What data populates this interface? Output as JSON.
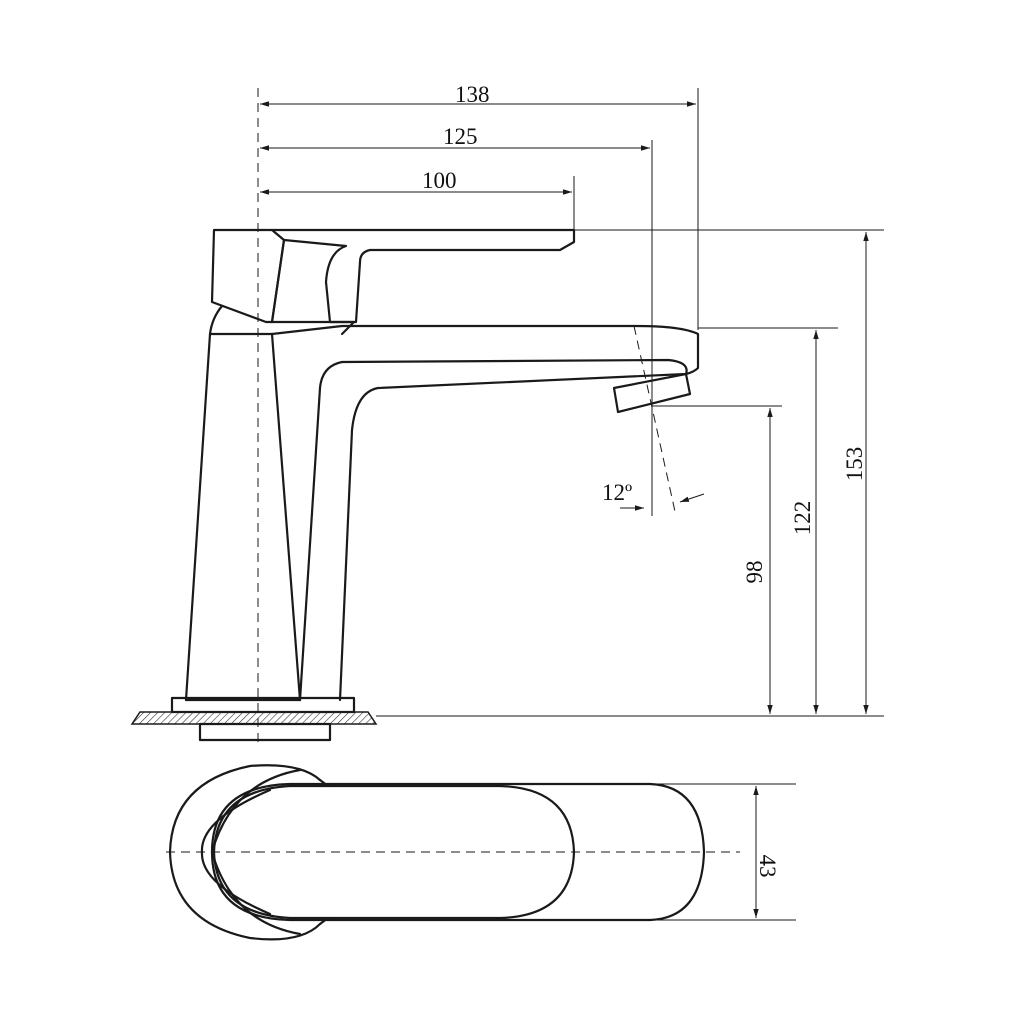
{
  "dimensions": {
    "reach_overall": "138",
    "reach_spout_axis": "125",
    "reach_handle": "100",
    "spout_angle": "12º",
    "height_outlet": "98",
    "height_spout_top": "122",
    "height_total": "153",
    "body_width": "43"
  }
}
